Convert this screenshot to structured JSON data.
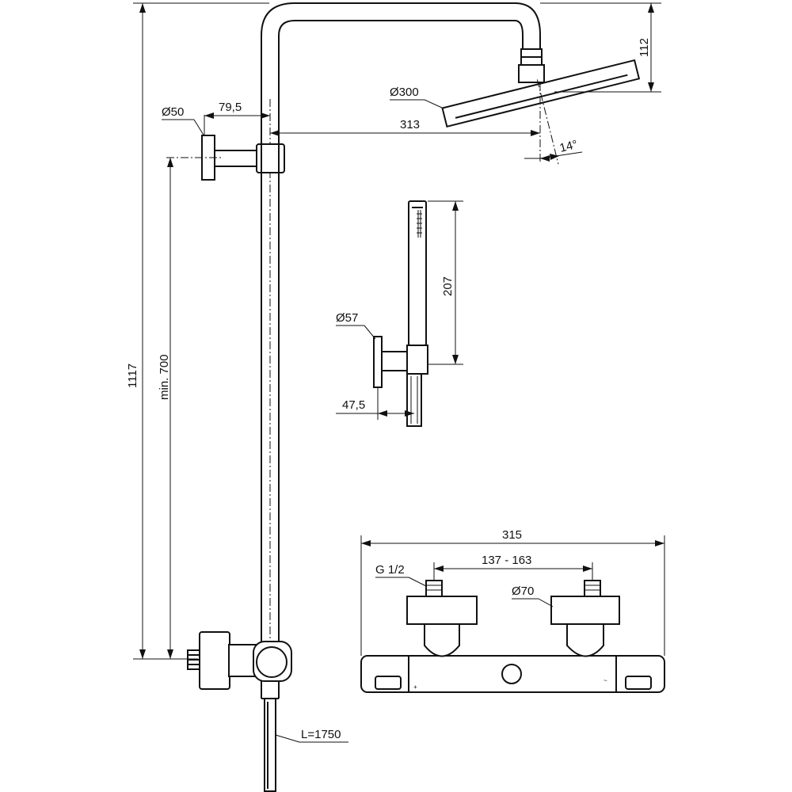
{
  "dimensions": {
    "total_height": "1117",
    "min_bracket_height": "min. 700",
    "wall_bracket_diameter": "Ø50",
    "wall_bracket_offset": "79,5",
    "arm_reach": "313",
    "head_diameter": "Ø300",
    "head_drop": "112",
    "head_tilt": "14°",
    "hand_shower_length": "207",
    "hand_holder_diameter": "Ø57",
    "hand_holder_depth": "47,5",
    "hose_length": "L=1750",
    "mixer_width": "315",
    "inlet_spacing": "137 - 163",
    "inlet_thread": "G 1/2",
    "eccentric_diameter": "Ø70"
  }
}
